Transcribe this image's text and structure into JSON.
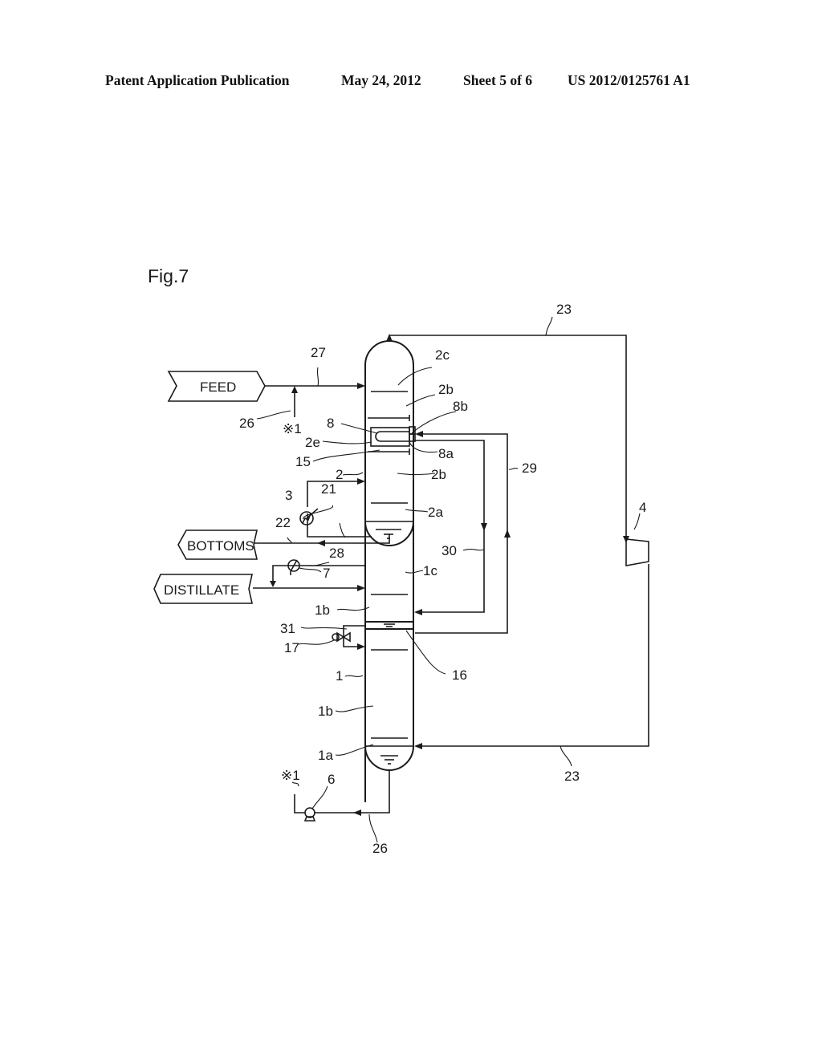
{
  "header": {
    "publication": "Patent Application Publication",
    "date_sheet": "May 24, 2012",
    "sheet": "Sheet 5 of 6",
    "number": "US 2012/0125761 A1"
  },
  "figure": {
    "title": "Fig.7",
    "streams": {
      "feed": "FEED",
      "bottoms": "BOTTOMS",
      "distillate": "DISTILLATE"
    },
    "labels": {
      "l23_top": "23",
      "l23_bottom": "23",
      "l27": "27",
      "l2c": "2c",
      "l2b_top": "2b",
      "l8b": "8b",
      "l8": "8",
      "l2e": "2e",
      "l8a": "8a",
      "l15": "15",
      "l26_top": "26",
      "l_ref1_top": "※1",
      "l2": "2",
      "l2b_mid": "2b",
      "l29": "29",
      "l4": "4",
      "l3": "3",
      "l21": "21",
      "l2a": "2a",
      "l22": "22",
      "l28": "28",
      "l30": "30",
      "l7": "7",
      "l1c": "1c",
      "l1b_top": "1b",
      "l31": "31",
      "l17": "17",
      "l16": "16",
      "l1": "1",
      "l1b_bottom": "1b",
      "l1a": "1a",
      "l_ref1_bottom": "※1",
      "l6": "6",
      "l26_bottom": "26"
    }
  }
}
